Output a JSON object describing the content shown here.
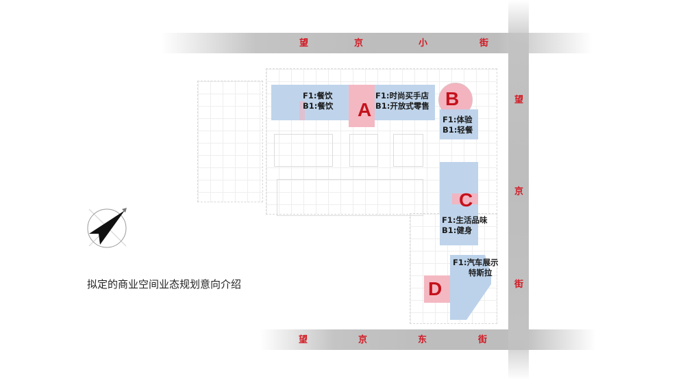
{
  "caption": "拟定的商业空间业态规划意向介绍",
  "colors": {
    "zone_blue": "#bcd2ea",
    "zone_pink": "#f3b4bf",
    "letter_red": "#c4121c",
    "road_gray": "#bdbdbd",
    "road_text_red": "#d11a24"
  },
  "roads": {
    "north": {
      "name": "望京小街",
      "chars": [
        "望",
        "京",
        "小",
        "街"
      ]
    },
    "south": {
      "name": "望京东街",
      "chars": [
        "望",
        "京",
        "东",
        "街"
      ]
    },
    "east": {
      "name": "望京街",
      "chars": [
        "望",
        "京",
        "街"
      ]
    }
  },
  "zones": {
    "west_block": {
      "line1": "F1:餐饮",
      "line2": "B1:餐饮"
    },
    "A": {
      "letter": "A",
      "line1": "F1:时尚买手店",
      "line2": "B1:开放式零售"
    },
    "B": {
      "letter": "B",
      "line1": "F1:体验",
      "line2": "B1:轻餐"
    },
    "C": {
      "letter": "C",
      "line1": "F1:生活品味",
      "line2": "B1:健身"
    },
    "D": {
      "letter": "D",
      "line1": "F1:汽车展示",
      "line2": "特斯拉"
    }
  },
  "compass": {
    "icon": "north-arrow-icon"
  }
}
